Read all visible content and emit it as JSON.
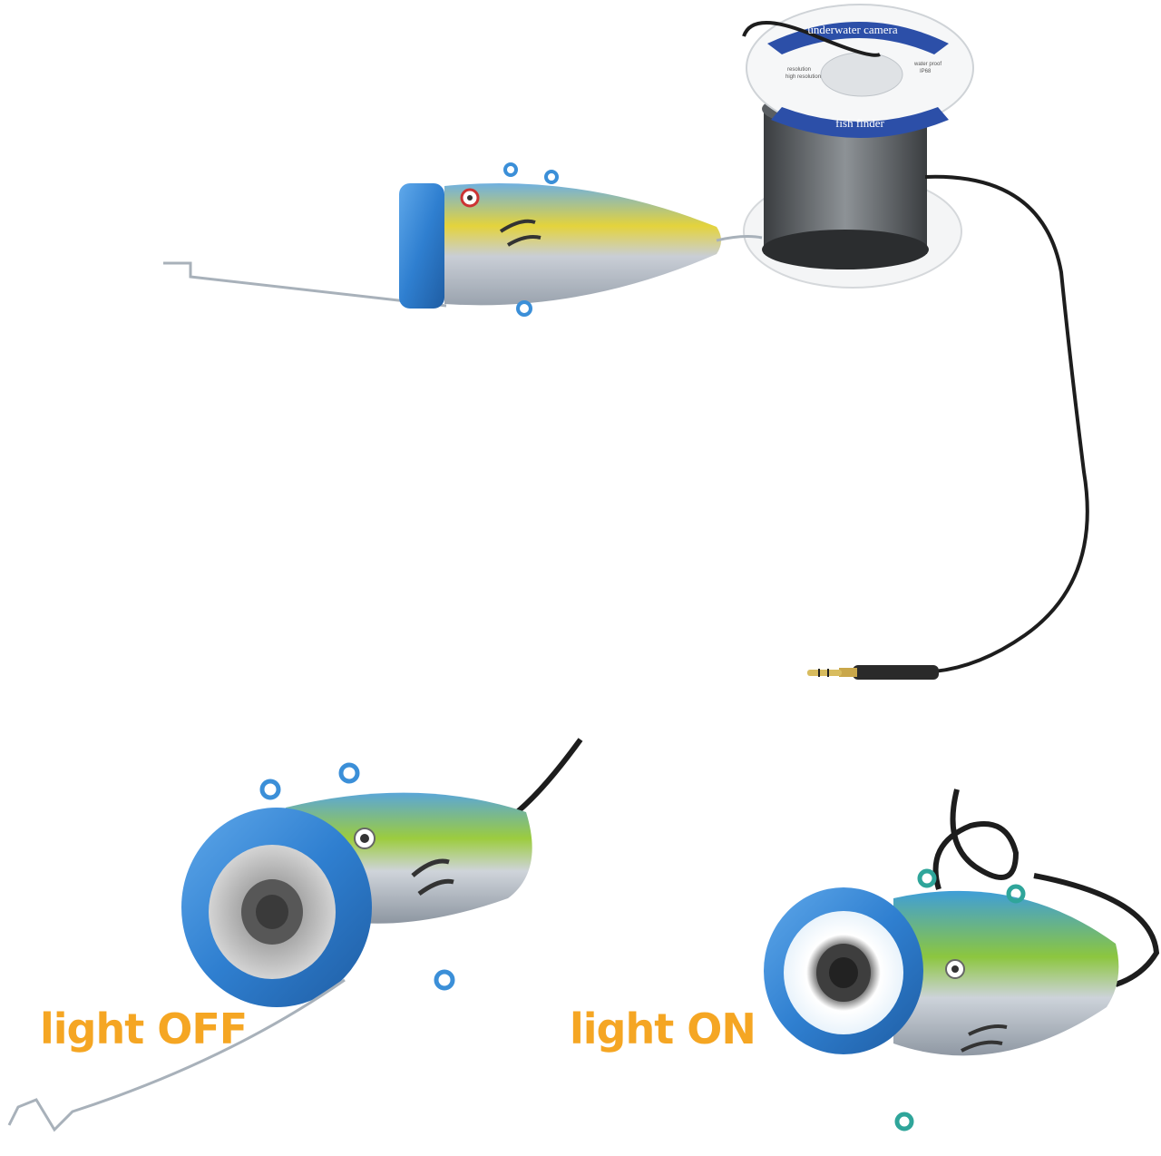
{
  "spool": {
    "top_label": "underwater camera",
    "left_small_1": "resolution",
    "left_small_2": "high resolution",
    "right_small_1": "water proof",
    "right_small_2": "IP68",
    "bottom_label": "fish finder"
  },
  "captions": {
    "off": "light OFF",
    "on": "light ON"
  },
  "colors": {
    "caption": "#f5a623",
    "ring_blue": "#2f7fd0",
    "body_silver": "#c9ced6",
    "body_yellow": "#e8d23a",
    "body_green": "#7fc24a",
    "cable": "#1d1d1d",
    "label_band": "#2c4fa8"
  }
}
